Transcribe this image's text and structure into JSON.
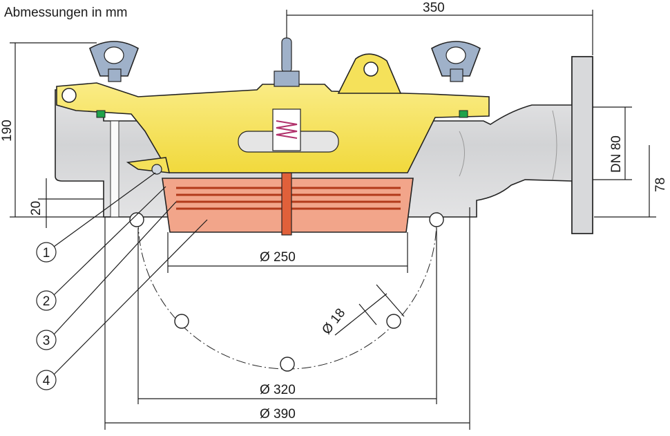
{
  "title": "Abmessungen in mm",
  "dimensions": {
    "width_top": "350",
    "height": "190",
    "base_offset": "20",
    "nominal_size": "DN 80",
    "outlet_height": "78",
    "element_diameter": "Ø 250",
    "hole_diameter": "Ø 18",
    "bolt_circle": "Ø 320",
    "flange_diameter": "Ø 390"
  },
  "callouts": [
    "1",
    "2",
    "3",
    "4"
  ],
  "colors": {
    "housing": "#dcdddf",
    "cover": "#f7e25a",
    "element": "#f2a58a",
    "lifting_eye": "#9fb1c9",
    "seal": "#1fa24a"
  }
}
